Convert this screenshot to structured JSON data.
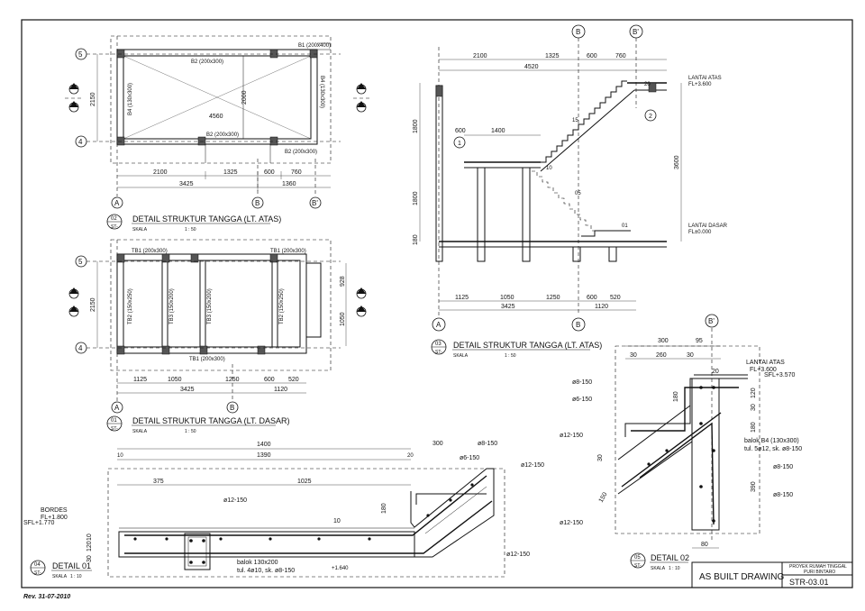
{
  "sheet": {
    "stamp": "AS BUILT DRAWING",
    "project_line1": "PROYEK RUMAH TINGGAL",
    "project_line2": "PURI BINTARO",
    "sheet_no": "STR-03.01",
    "revision": "Rev. 31-07-2010"
  },
  "plan_upper": {
    "title": "DETAIL STRUKTUR TANGGA (LT. ATAS)",
    "num": "02",
    "ref": "ST-",
    "scale_label": "SKALA",
    "scale": "1  :  50",
    "beams": [
      "B1 (200x400)",
      "B2 (200x300)",
      "B2 (200x300)",
      "B2 (200x300)",
      "B4 (130x300)",
      "B4 (130x300)"
    ],
    "span": "4560",
    "rise": "2000",
    "side": "2150",
    "dims": [
      "2100",
      "1325",
      "600",
      "760"
    ],
    "total": "3425",
    "right_total": "1360",
    "grids": [
      "5",
      "4",
      "A",
      "B",
      "B'"
    ]
  },
  "plan_lower": {
    "title": "DETAIL STRUKTUR TANGGA (LT. DASAR)",
    "num": "01",
    "ref": "ST-",
    "scale_label": "SKALA",
    "scale": "1  :  50",
    "beams": [
      "TB1 (200x300)",
      "TB1 (200x300)",
      "TB1 (200x300)",
      "TB2 (150x250)",
      "TB3 (150x200)",
      "TB3 (150x200)",
      "TB2 (150x250)"
    ],
    "side": "2150",
    "right_dims": [
      "928",
      "1050"
    ],
    "dims": [
      "1125",
      "1050",
      "1250",
      "600",
      "520"
    ],
    "total": "3425",
    "right_total": "1120",
    "grids": [
      "5",
      "4",
      "A",
      "B"
    ]
  },
  "section": {
    "title": "DETAIL STRUKTUR TANGGA (LT. ATAS)",
    "num": "03",
    "ref": "ST-",
    "scale_label": "SKALA",
    "scale": "1  :  50",
    "top_dims": [
      "2100",
      "1325",
      "600",
      "760"
    ],
    "top_total": "4520",
    "landing": [
      "600",
      "1400"
    ],
    "heights": [
      "1800",
      "1800",
      "3600",
      "180"
    ],
    "steps": [
      "20",
      "15",
      "10",
      "05",
      "01"
    ],
    "lantai_atas": "LANTAI ATAS",
    "fl_atas": "FL+3.600",
    "lantai_dasar": "LANTAI DASAR",
    "fl_dasar": "FL±0.000",
    "bot_dims": [
      "1125",
      "1050",
      "1250",
      "600",
      "520"
    ],
    "bot_total": "3425",
    "bot_right": "1120",
    "grids": [
      "A",
      "B",
      "B'"
    ],
    "callouts": [
      "1",
      "2"
    ]
  },
  "detail1": {
    "title": "DETAIL 01",
    "num": "04",
    "ref": "ST-",
    "scale_label": "SKALA",
    "scale": "1  :  10",
    "dims_top": [
      "1400",
      "1390",
      "10",
      "20",
      "300"
    ],
    "dims_mid": [
      "375",
      "1025"
    ],
    "bordes": "BORDES",
    "fl_bordes": "FL+1.800",
    "sfl": "SFL+1.770",
    "ht": [
      "10",
      "120",
      "30"
    ],
    "rebar": [
      "ø12-150",
      "ø8-150",
      "ø6-150",
      "ø12-150",
      "ø12-150"
    ],
    "step_label": "10",
    "rise": "180",
    "balok": "balok 130x200",
    "tul": "tul. 4ø10, sk. ø8-150",
    "level": "+1.640"
  },
  "detail2": {
    "title": "DETAIL 02",
    "num": "05",
    "ref": "ST-",
    "scale_label": "SKALA",
    "scale": "1  :  10",
    "grid": "B'",
    "dims_top": [
      "300",
      "95",
      "30",
      "260",
      "30",
      "20"
    ],
    "lantai": "LANTAI ATAS",
    "fl": "FL+3.600",
    "sfl": "SFL+3.570",
    "rebar_left": [
      "ø8-150",
      "ø6-150",
      "ø12-150",
      "ø12-150"
    ],
    "rebar_right": [
      "ø8-150",
      "ø8-150"
    ],
    "heights": [
      "120",
      "30",
      "180",
      "390",
      "180",
      "30",
      "150"
    ],
    "balok": "balok  B4  (130x300)",
    "tul": "tul. 5ø12, sk. ø8-150",
    "bottom": "80"
  }
}
